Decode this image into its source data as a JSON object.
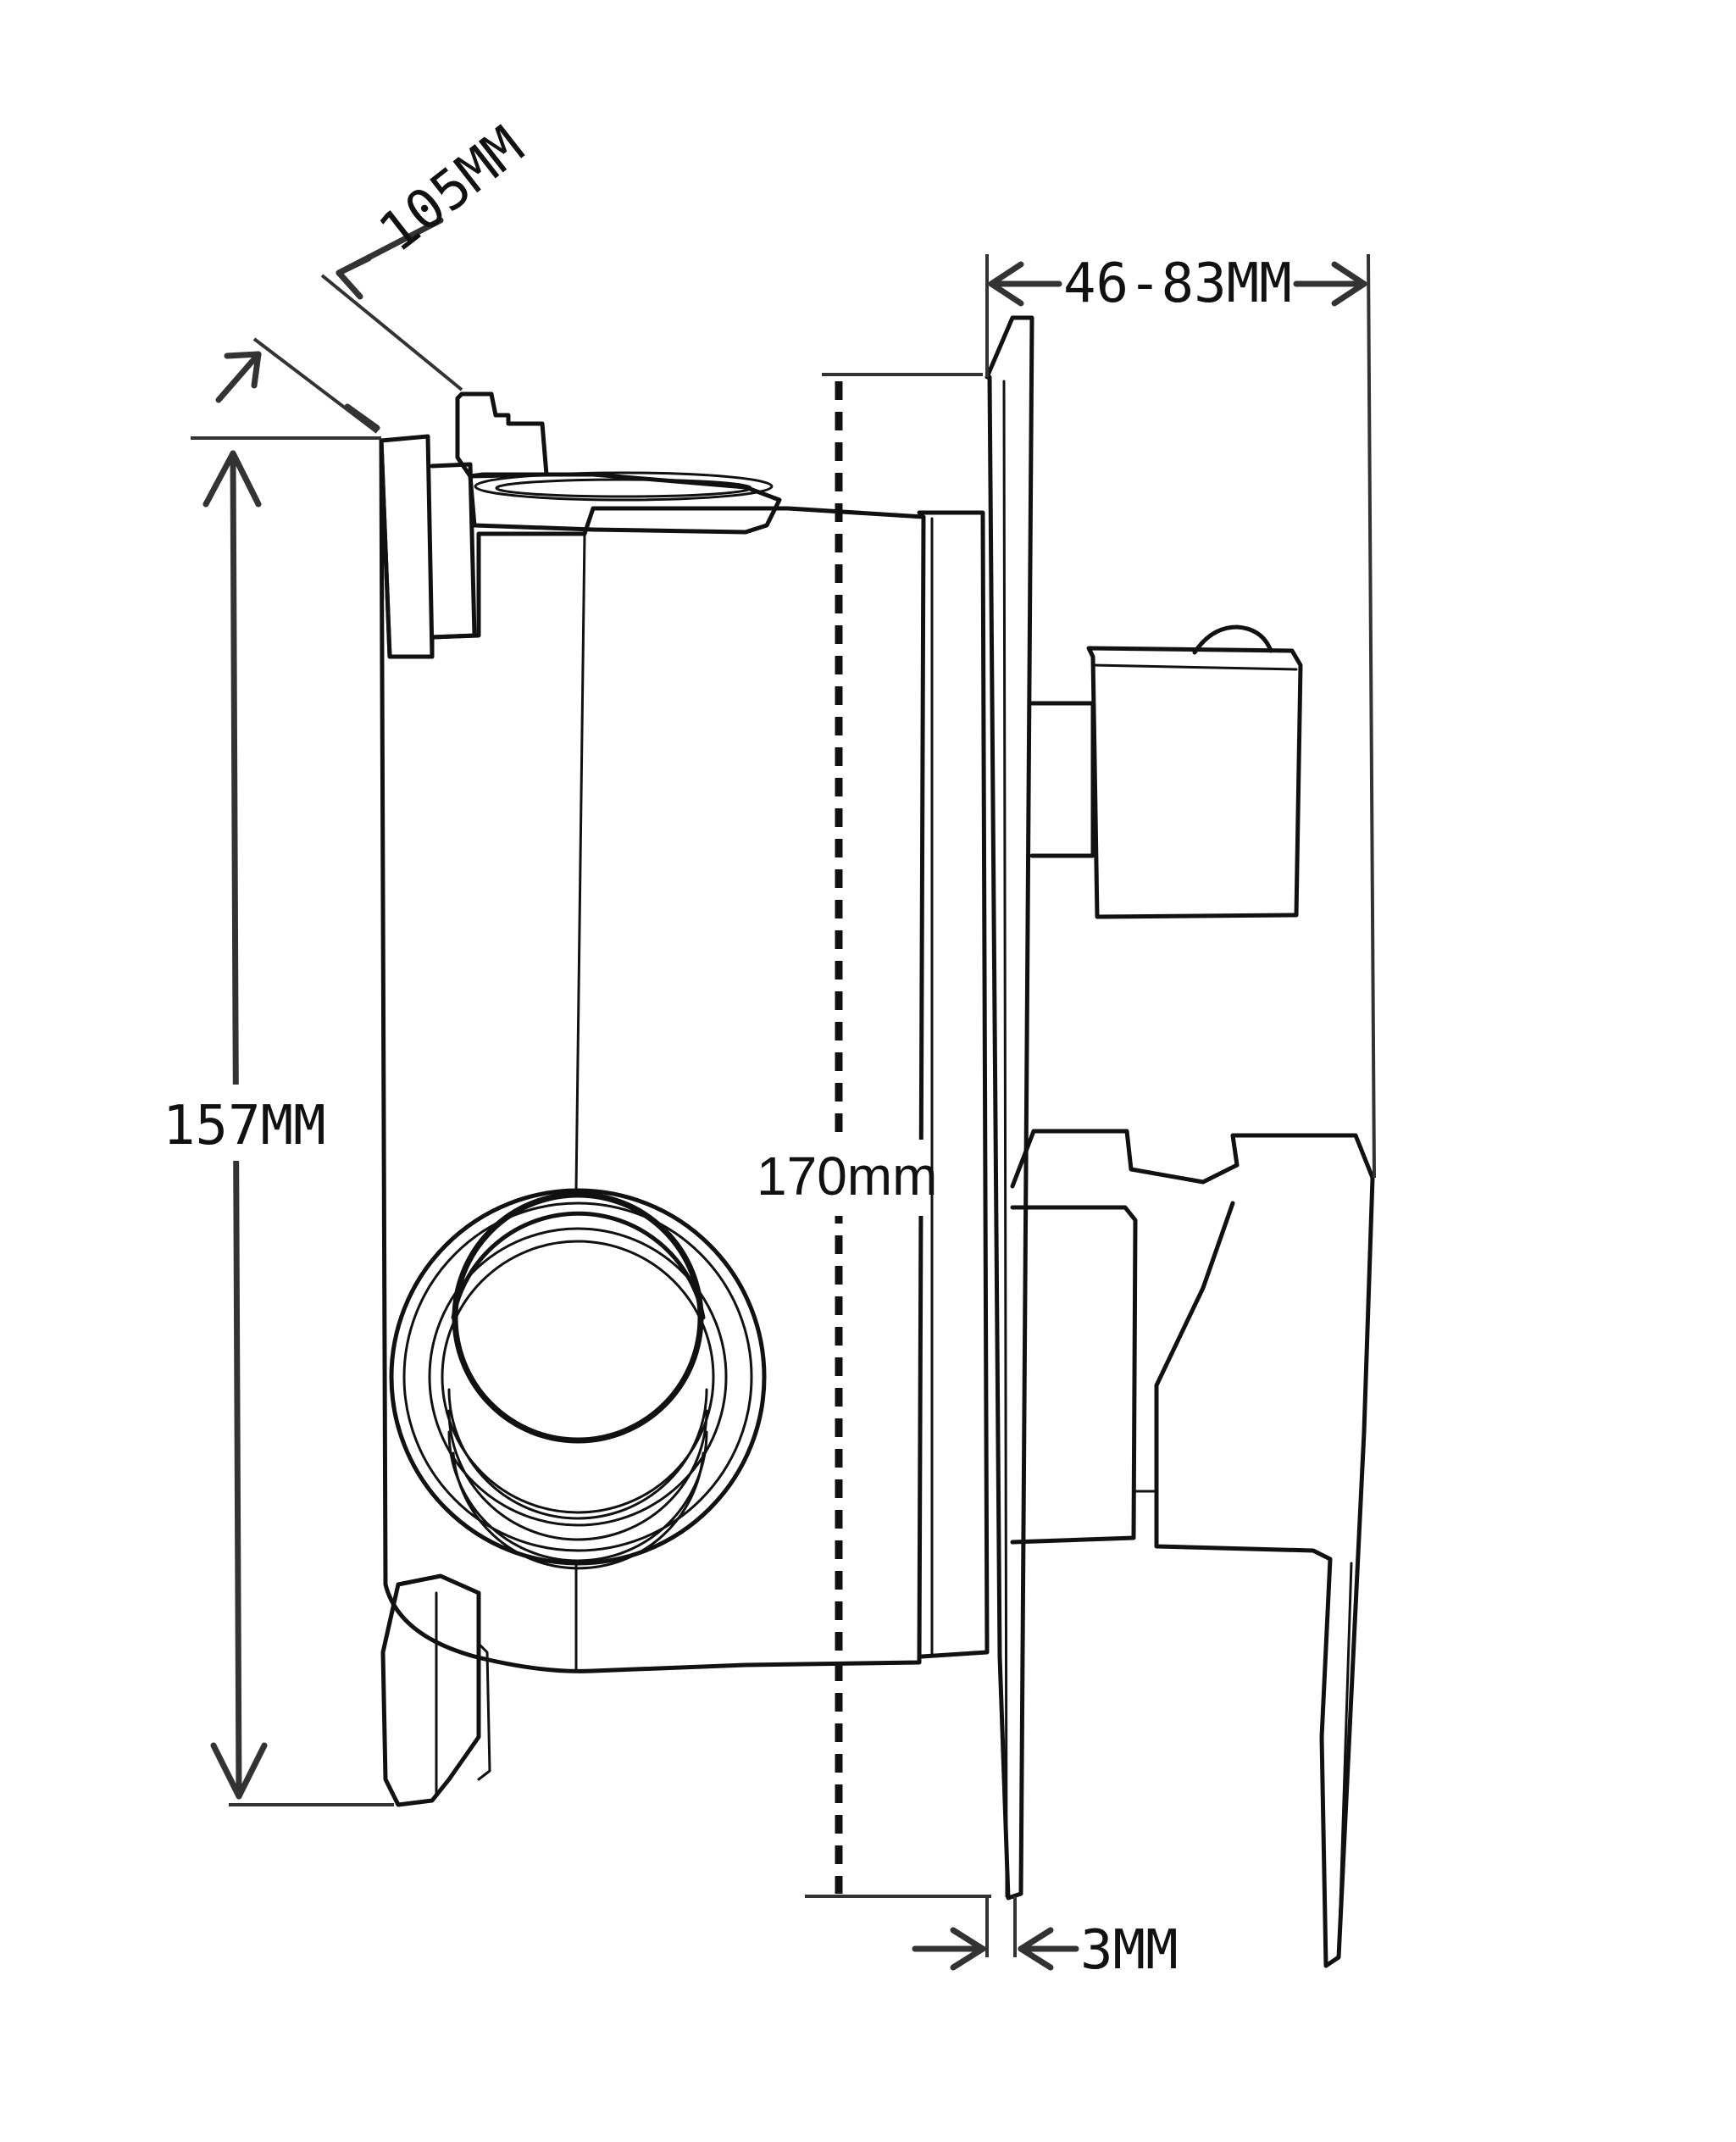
{
  "dimensions": {
    "width_label": "105MM",
    "depth_range_label": "46-83MM",
    "height_label": "157MM",
    "plate_height_label": "170mm",
    "plate_thickness_label": "3MM"
  },
  "colors": {
    "line": "#111111",
    "dimension": "#333333",
    "background": "#ffffff"
  }
}
